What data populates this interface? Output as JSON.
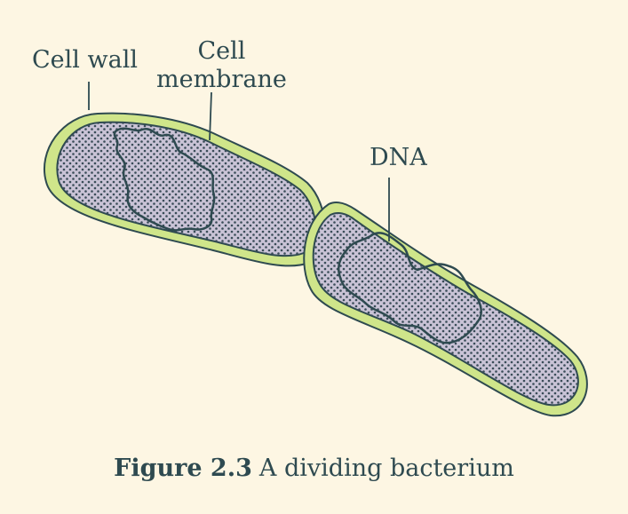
{
  "labels": {
    "cell_wall": "Cell wall",
    "cell_membrane_line1": "Cell",
    "cell_membrane_line2": "membrane",
    "dna": "DNA"
  },
  "caption": {
    "figure_number": "Figure 2.3",
    "text": "A dividing bacterium"
  },
  "colors": {
    "background": "#fdf6e3",
    "cell_wall": "#cfe58a",
    "cytoplasm": "#c9c3d6",
    "outline": "#2e4a50",
    "dots": "#3a4c58"
  }
}
